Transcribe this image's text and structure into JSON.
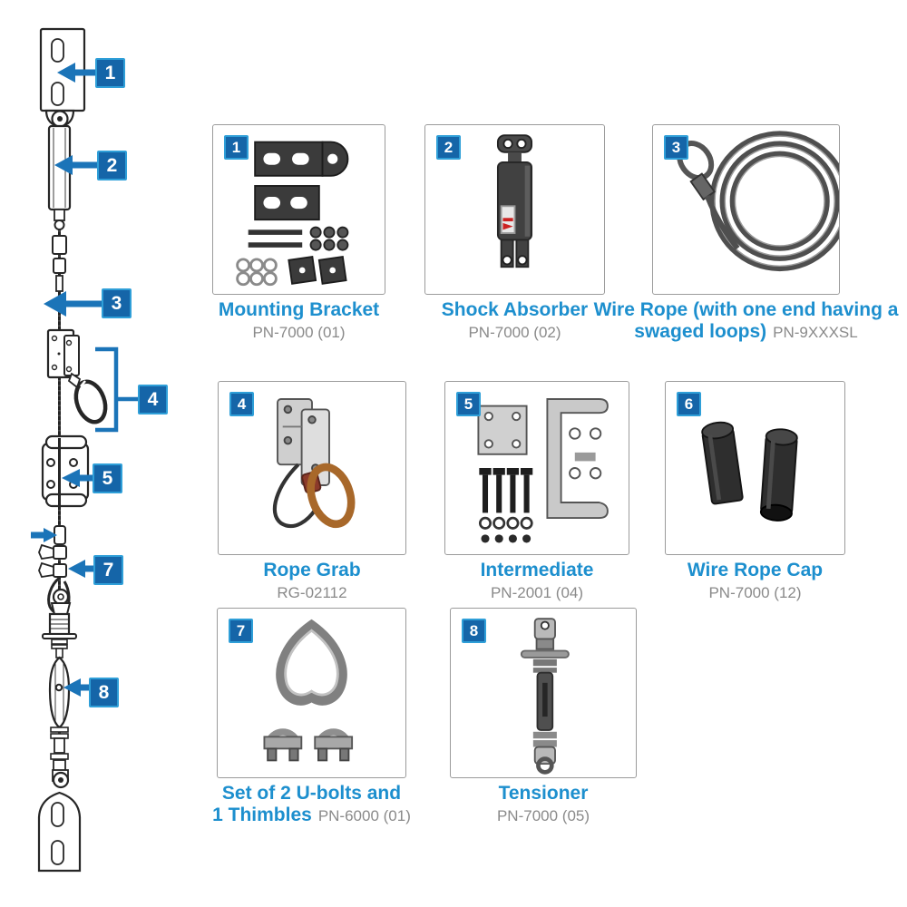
{
  "colors": {
    "arrow_blue": "#1b74b8",
    "badge_blue": "#1565a8",
    "badge_border_blue": "#2f9fd8",
    "part_name_blue": "#1d8fce",
    "part_code_gray": "#8a8a8a",
    "line_dark": "#262626"
  },
  "diagram": {
    "callouts": {
      "c1": "1",
      "c2": "2",
      "c3": "3",
      "c4": "4",
      "c5": "5",
      "c7": "7",
      "c8": "8"
    }
  },
  "parts": [
    {
      "num": "1",
      "name": "Mounting Bracket",
      "pn": "PN-7000 (01)"
    },
    {
      "num": "2",
      "name": "Shock Absorber",
      "pn": "PN-7000 (02)"
    },
    {
      "num": "3",
      "name": "Wire Rope (with one end having a",
      "name2": "swaged loops)",
      "pn": "PN-9XXXSL"
    },
    {
      "num": "4",
      "name": "Rope Grab",
      "pn": "RG-02112"
    },
    {
      "num": "5",
      "name": "Intermediate",
      "pn": "PN-2001 (04)"
    },
    {
      "num": "6",
      "name": "Wire Rope Cap",
      "pn": "PN-7000 (12)"
    },
    {
      "num": "7",
      "name": "Set of 2 U-bolts and",
      "name2": "1 Thimbles",
      "pn": "PN-6000 (01)"
    },
    {
      "num": "8",
      "name": "Tensioner",
      "pn": "PN-7000 (05)"
    }
  ]
}
